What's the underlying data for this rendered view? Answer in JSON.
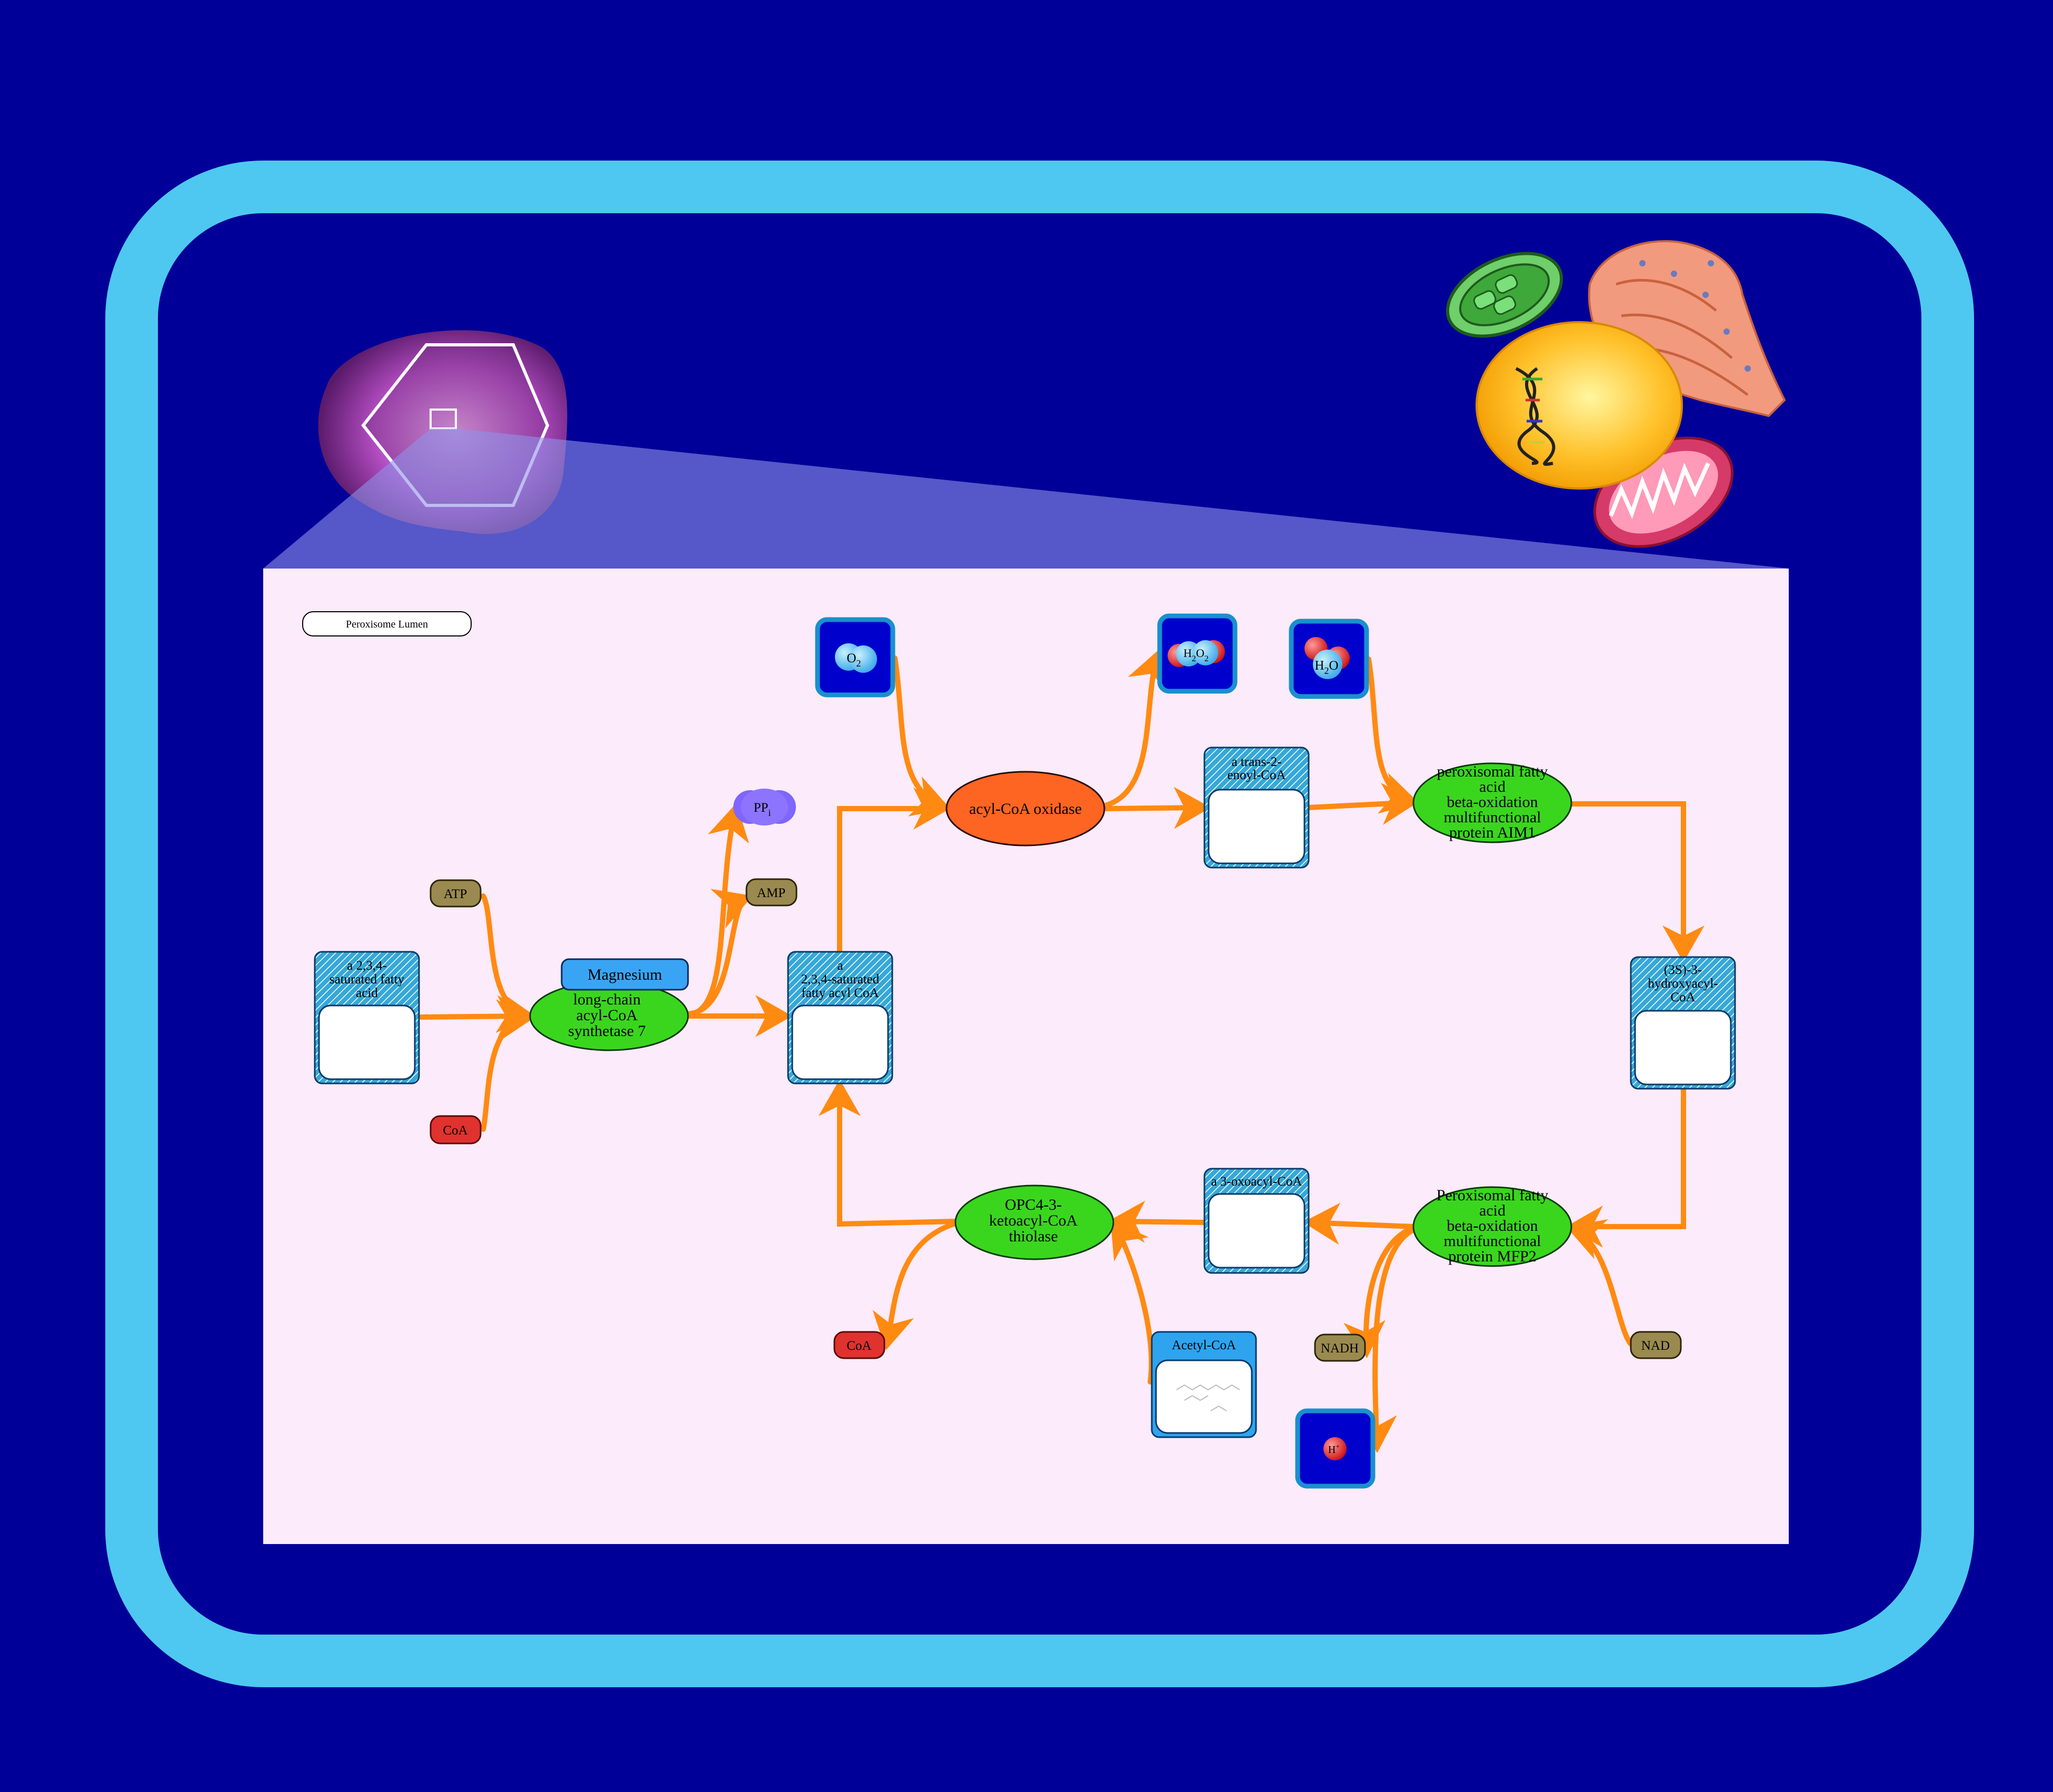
{
  "colors": {
    "background": "#000099",
    "cell_border": "#4ec8f0",
    "lumen": "#fcebfa",
    "arrow": "#ff8a12",
    "enzyme_green": "#3ad61e",
    "enzyme_orange": "#ff6522",
    "cofactor_khaki": "#9b8a4f",
    "coa_red": "#e0322e",
    "ppi_purple": "#7f66ff",
    "hatch_blue": "#36a8d8",
    "acetyl_blue": "#2ea4ef"
  },
  "compartment": {
    "label": "Peroxisome Lumen"
  },
  "decor": {
    "peroxisome": "peroxisome-icon",
    "cell_cluster": [
      "chloroplast-icon",
      "endoplasmic-reticulum-icon",
      "nucleus-icon",
      "dna-icon",
      "mitochondrion-icon"
    ]
  },
  "metabolites": {
    "saturated_fatty_acid": [
      "a 2,3,4-",
      "saturated fatty",
      "acid"
    ],
    "saturated_acyl_coa": [
      "a",
      "2,3,4-saturated",
      "fatty acyl CoA"
    ],
    "trans_enoyl_coa": [
      "a trans-2-",
      "enoyl-CoA"
    ],
    "hydroxyacyl_coa": [
      "(3S)-3-",
      "hydroxyacyl-",
      "CoA"
    ],
    "oxoacyl_coa": [
      "a 3-oxoacyl-CoA"
    ],
    "acetyl_coa": [
      "Acetyl-CoA"
    ]
  },
  "small_molecules": {
    "atp": "ATP",
    "coa_in": "CoA",
    "ppi_base": "PP",
    "ppi_sub": "i",
    "amp": "AMP",
    "coa_out": "CoA",
    "nadh": "NADH",
    "nad": "NAD",
    "o2_base": "O",
    "o2_sub": "2",
    "h2o2_h": "H",
    "h2o2_sub1": "2",
    "h2o2_o": "O",
    "h2o2_sub2": "2",
    "h2o_h": "H",
    "h2o_sub": "2",
    "h2o_o": "O",
    "h_plus": "H",
    "h_plus_sup": "+"
  },
  "enzymes": {
    "acsl7": [
      "long-chain",
      "acyl-CoA",
      "synthetase 7"
    ],
    "acsl7_cofactor": "Magnesium",
    "acox": [
      "acyl-CoA oxidase"
    ],
    "aim1": [
      "peroxisomal fatty",
      "acid",
      "beta-oxidation",
      "multifunctional",
      "protein AIM1"
    ],
    "mfp2": [
      "Peroxisomal fatty",
      "acid",
      "beta-oxidation",
      "multifunctional",
      "protein MFP2"
    ],
    "thiolase": [
      "OPC4-3-",
      "ketoacyl-CoA",
      "thiolase"
    ]
  }
}
